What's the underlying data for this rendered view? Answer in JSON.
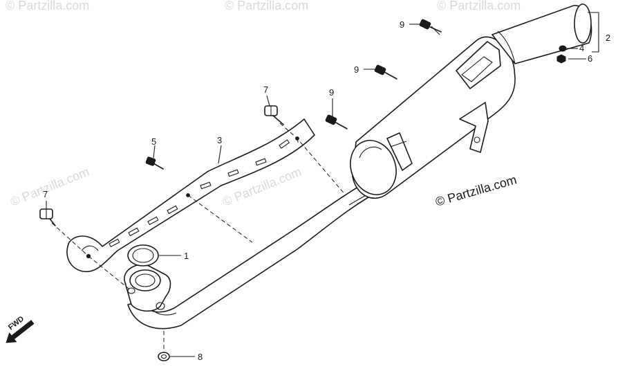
{
  "diagram": {
    "callouts": {
      "c1": "1",
      "c2": "2",
      "c3": "3",
      "c4": "4",
      "c5": "5",
      "c6": "6",
      "c7a": "7",
      "c7b": "7",
      "c8": "8",
      "c9a": "9",
      "c9b": "9",
      "c9c": "9"
    },
    "direction_label": "FWD",
    "copyright_text": "© Partzilla.com",
    "watermark_text": "© Partzilla.com"
  }
}
